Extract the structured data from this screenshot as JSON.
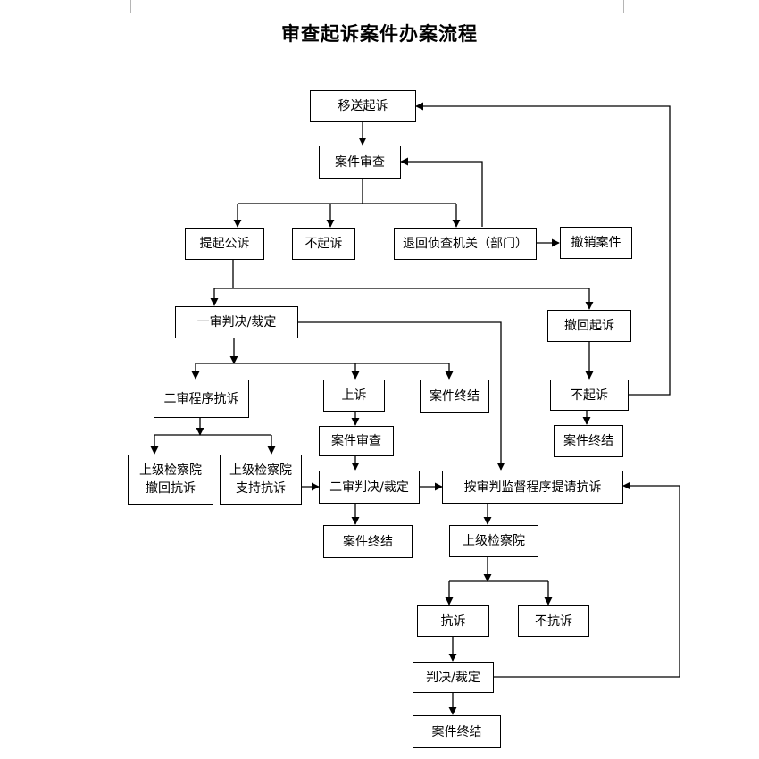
{
  "title": "审查起诉案件办案流程",
  "nodes": {
    "yisong": "移送起诉",
    "shencha1": "案件审查",
    "tiqi": "提起公诉",
    "buqisu1": "不起诉",
    "tuihui": "退回侦查机关（部门）",
    "chexiao": "撤销案件",
    "yishen": "一审判决/裁定",
    "chehui": "撤回起诉",
    "ershen_kangsu": "二审程序抗诉",
    "shangsu": "上诉",
    "zhongjie1": "案件终结",
    "buqisu2": "不起诉",
    "zhongjie2": "案件终结",
    "shangji_chehui_l1": "上级检察院",
    "shangji_chehui_l2": "撤回抗诉",
    "shangji_zhichi_l1": "上级检察院",
    "shangji_zhichi_l2": "支持抗诉",
    "shencha2": "案件审查",
    "ershen": "二审判决/裁定",
    "jiandu": "按审判监督程序提请抗诉",
    "zhongjie3": "案件终结",
    "shangji": "上级检察院",
    "kangsu": "抗诉",
    "bukangsu": "不抗诉",
    "panjue": "判决/裁定",
    "zhongjie4": "案件终结"
  }
}
